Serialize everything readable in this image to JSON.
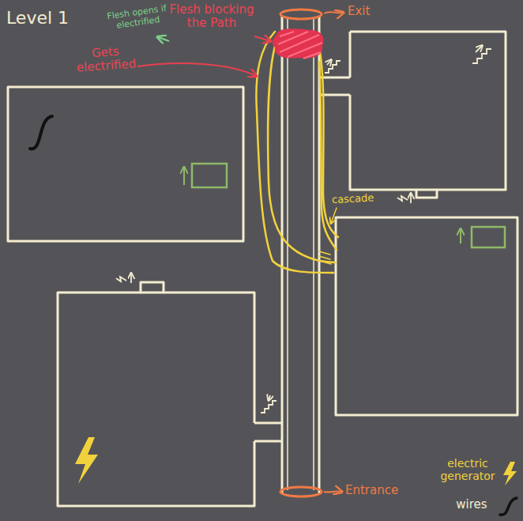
{
  "diagram": {
    "title": "Level 1",
    "labels": [
      "Flesh opens if electrified",
      "Flesh blocking the Path",
      "Exit",
      "Gets electrified",
      "cascade",
      "Entrance"
    ],
    "legend": [
      {
        "text": "electric generator"
      },
      {
        "text": "wires"
      }
    ]
  }
}
